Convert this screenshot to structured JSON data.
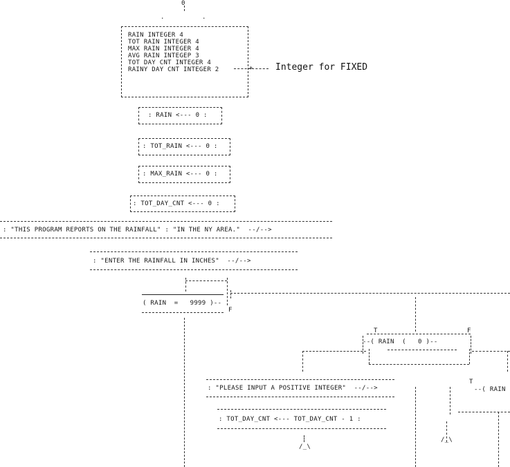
{
  "top": {
    "start_symbol": "0"
  },
  "declarations": [
    "RAIN INTEGER 4",
    "TOT RAIN INTEGER 4",
    "MAX RAIN INTEGER 4",
    "AVG RAIN INTEGEP 3",
    "TOT DAY CNT INTEGER 4",
    "RAINY DAY CNT INTEGER 2"
  ],
  "annotation": {
    "text": "Integer for FIXED"
  },
  "assignments": [
    ": RAIN <--- 0 :",
    ": TOT_RAIN <--- 0 :",
    ": MAX_RAIN <--- 0 :",
    ": TOT_DAY_CNT <--- 0 :"
  ],
  "outputs": {
    "report": ": \"THIS PROGRAM REPORTS ON THE RAINFALL\" : \"IN THE NY AREA.\"  --/-->",
    "prompt": ": \"ENTER THE RAINFALL IN INCHES\"  --/-->"
  },
  "loop": {
    "condition": "( RAIN  =   9999 )--",
    "false_label": "F",
    "true_label": "T",
    "inner_condition": "--( RAIN  (   0 )--",
    "inner_false": "F"
  },
  "branch": {
    "message": ": \"PLEASE INPUT A POSITIVE INTEGER\"  --/-->",
    "decrement": ": TOT_DAY_CNT <--- TOT_DAY_CNT - 1 :",
    "right_true": "T",
    "right_condition": "--( RAIN"
  }
}
